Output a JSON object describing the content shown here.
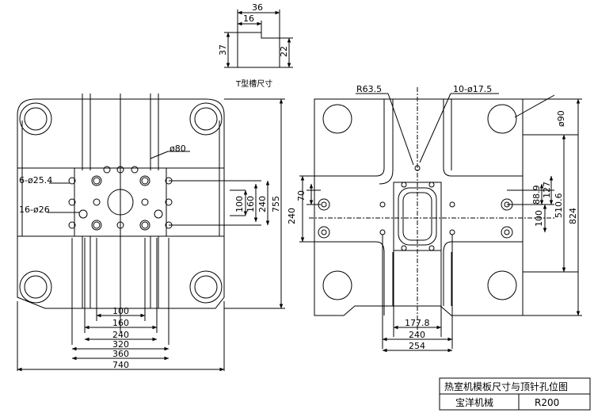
{
  "tslot": {
    "title": "T型槽尺寸",
    "dims": {
      "w_top": "36",
      "w_slot": "16",
      "h_total": "37",
      "h_slot": "22"
    }
  },
  "left_view": {
    "labels": {
      "hole_80": "ø80",
      "hole_25": "6-ø25.4",
      "hole_26": "16-ø26"
    },
    "horiz_dims": [
      "100",
      "160",
      "240",
      "320",
      "360",
      "740"
    ],
    "vert_dims": [
      "100",
      "160",
      "240",
      "755"
    ]
  },
  "right_view": {
    "labels": {
      "radius": "R63.5",
      "holes": "10-ø17.5",
      "tie_bar": "ø90"
    },
    "vert_dims": [
      "70",
      "240",
      "88.9",
      "127",
      "100",
      "510.6",
      "824"
    ],
    "horiz_dims": [
      "177.8",
      "240",
      "254"
    ]
  },
  "title_block": {
    "title": "热室机模板尺寸与顶针孔位图",
    "company": "宝洋机械",
    "model": "R200"
  }
}
